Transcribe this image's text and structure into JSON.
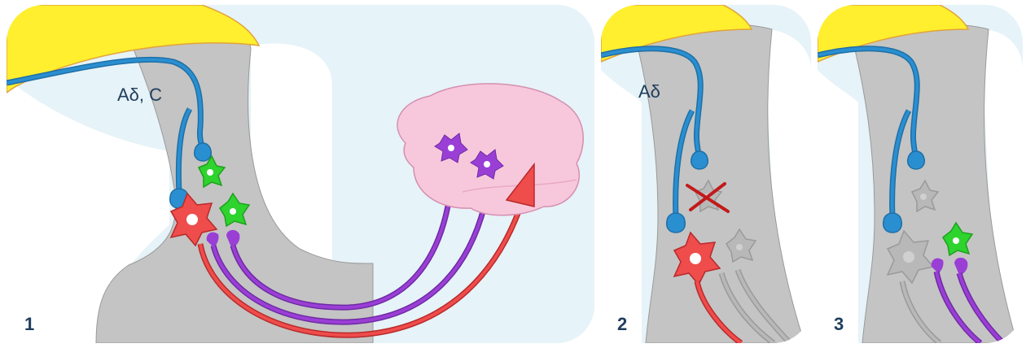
{
  "panels": [
    {
      "number": "1",
      "fiber_label": "Aδ, C"
    },
    {
      "number": "2",
      "fiber_label": "Aδ"
    },
    {
      "number": "3",
      "fiber_label": ""
    }
  ],
  "colors": {
    "background": "#e6f3f8",
    "white_matter": "#ffffff",
    "grey_matter": "#c4c4c4",
    "dorsal_root": "#ffef2e",
    "primary_afferent": "#2a8fd0",
    "interneuron": "#2ed32e",
    "projection_neuron": "#ef4c4c",
    "inactive_neuron": "#b8b8b8",
    "brain_neuron": "#9a3fd6",
    "brain": "#f7c8dc",
    "block_mark": "#c21a1a"
  }
}
